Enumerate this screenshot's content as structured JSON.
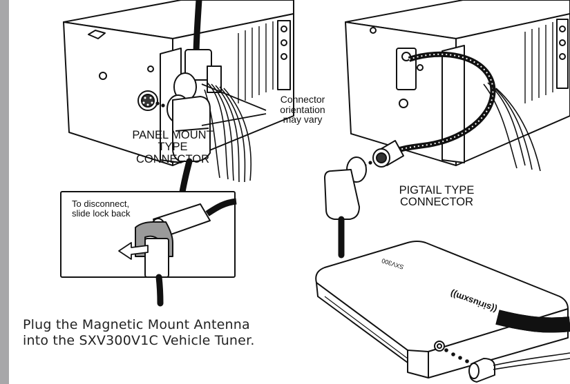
{
  "labels": {
    "panel_mount_line1": "PANEL MOUNT",
    "panel_mount_line2": "TYPE CONNECTOR",
    "pigtail_line1": "PIGTAIL TYPE",
    "pigtail_line2": "CONNECTOR",
    "orientation_line1": "Connector",
    "orientation_line2": "orientation",
    "orientation_line3": "may vary",
    "disconnect_line1": "To disconnect,",
    "disconnect_line2": "slide lock back"
  },
  "tuner": {
    "brand": "((siriusxm))",
    "model": "SXV300"
  },
  "instructions": {
    "line1": "Plug the Magnetic Mount Antenna",
    "line2": "into the SXV300V1C Vehicle Tuner."
  },
  "colors": {
    "left_bar": "#a7a7a9",
    "line": "#111111",
    "fill": "#ffffff"
  }
}
